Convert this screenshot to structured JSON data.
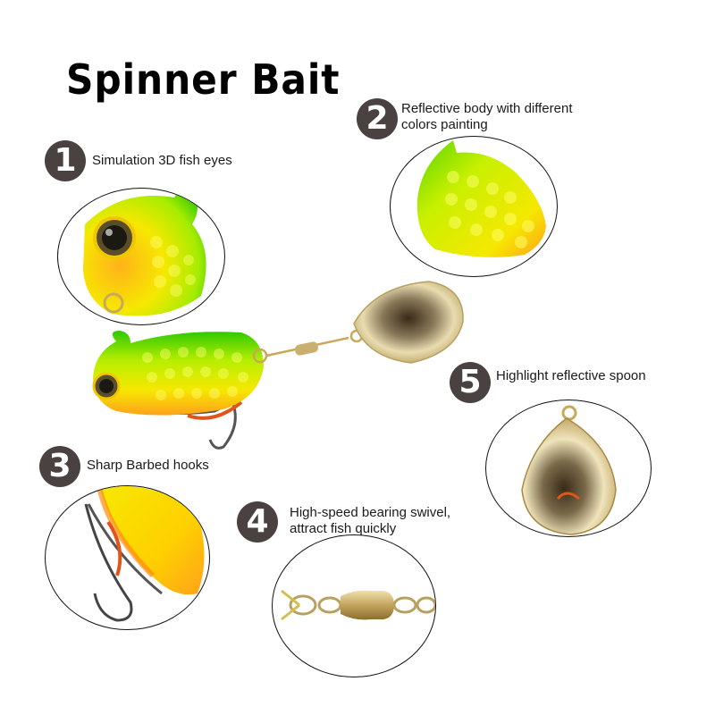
{
  "title": "Spinner Bait",
  "features": [
    {
      "number": "1",
      "lines": [
        "Simulation 3D fish eyes"
      ]
    },
    {
      "number": "2",
      "lines": [
        "Reflective body with different",
        "colors painting"
      ]
    },
    {
      "number": "3",
      "lines": [
        "Sharp Barbed hooks"
      ]
    },
    {
      "number": "4",
      "lines": [
        "High-speed bearing swivel,",
        "attract fish quickly"
      ]
    },
    {
      "number": "5",
      "lines": [
        "Highlight reflective spoon"
      ]
    }
  ],
  "colors": {
    "badge": "#4a4240",
    "body_green": "#8ee600",
    "body_yellow": "#f6e800",
    "belly_orange": "#ffa21a",
    "spoon_gold": "#d9c48a"
  }
}
